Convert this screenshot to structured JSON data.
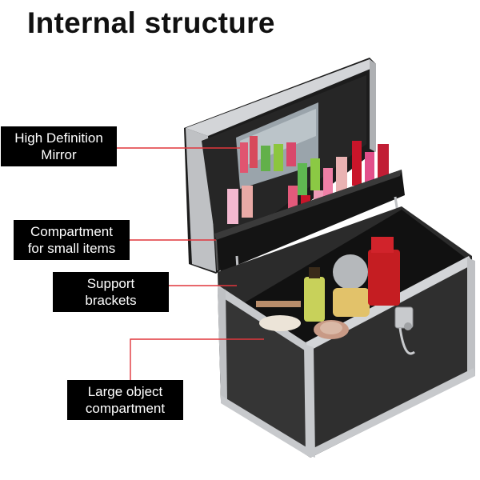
{
  "title": "Internal structure",
  "labels": {
    "mirror": [
      "High Definition",
      "Mirror"
    ],
    "small_items": [
      "Compartment",
      "for small items"
    ],
    "brackets": [
      "Support",
      "brackets"
    ],
    "large": [
      "Large object",
      "compartment"
    ]
  },
  "colors": {
    "callout_line": "#e0363c",
    "label_bg": "#000000",
    "case_body": "#2a2a2a",
    "aluminum_trim": "#c7c9cc"
  }
}
